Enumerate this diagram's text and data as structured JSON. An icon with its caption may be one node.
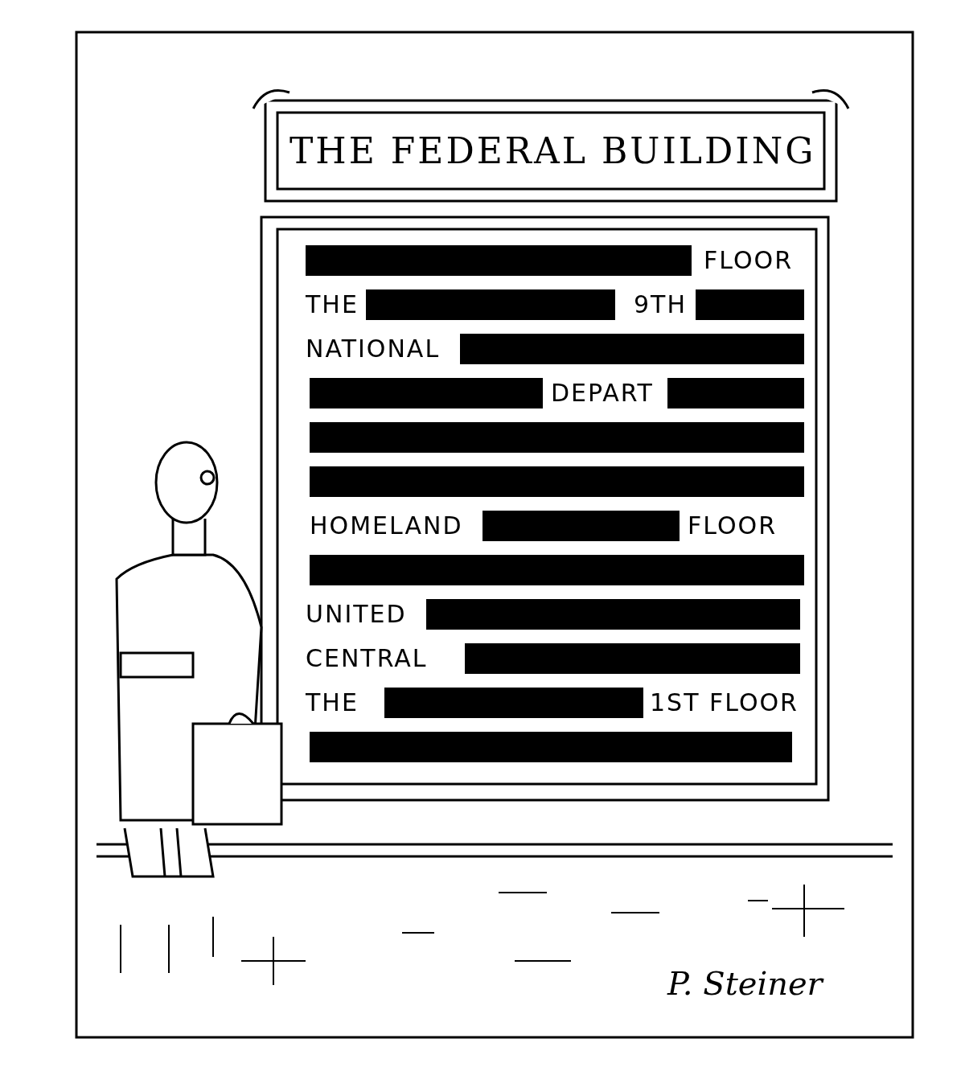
{
  "diagram": {
    "title": "THE FEDERAL BUILDING",
    "labels": [
      "FLOOR",
      "THE",
      "9TH",
      "NATIONAL",
      "DEPART",
      "HOMELAND",
      "FLOOR",
      "UNITED",
      "CENTRAL",
      "THE",
      "1ST FLOOR",
      "P. Steiner"
    ]
  }
}
